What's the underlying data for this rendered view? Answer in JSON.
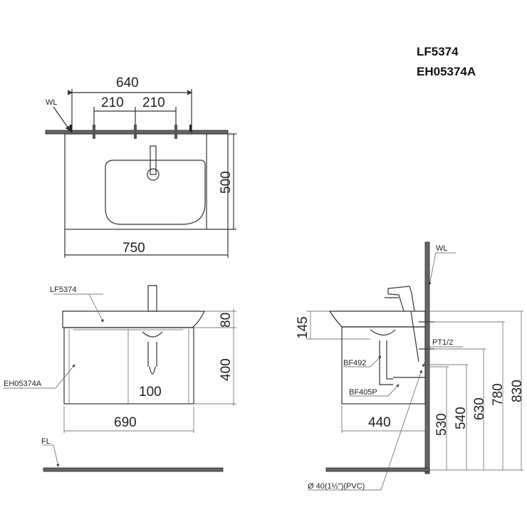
{
  "titles": {
    "basin_model": "LF5374",
    "cabinet_model": "EH05374A"
  },
  "top_view": {
    "wall_label": "WL",
    "dim_overall_top": "640",
    "dim_left": "210",
    "dim_right": "210",
    "dim_depth": "500",
    "dim_width": "750"
  },
  "front_view": {
    "basin_label": "LF5374",
    "cabinet_label": "EH05374A",
    "dim_basin_height": "80",
    "dim_cabinet_height": "400",
    "dim_drain": "100",
    "dim_cabinet_width": "690",
    "floor_label": "FL"
  },
  "side_view": {
    "wall_label": "WL",
    "dim_basin_height": "145",
    "trap_label": "BF492",
    "waste_label": "BF405P",
    "supply_label": "PT1/2",
    "dim_depth": "440",
    "heights": [
      "530",
      "540",
      "630",
      "780",
      "830"
    ],
    "pipe_label": "Ø 40(1½\")(PVC)"
  }
}
